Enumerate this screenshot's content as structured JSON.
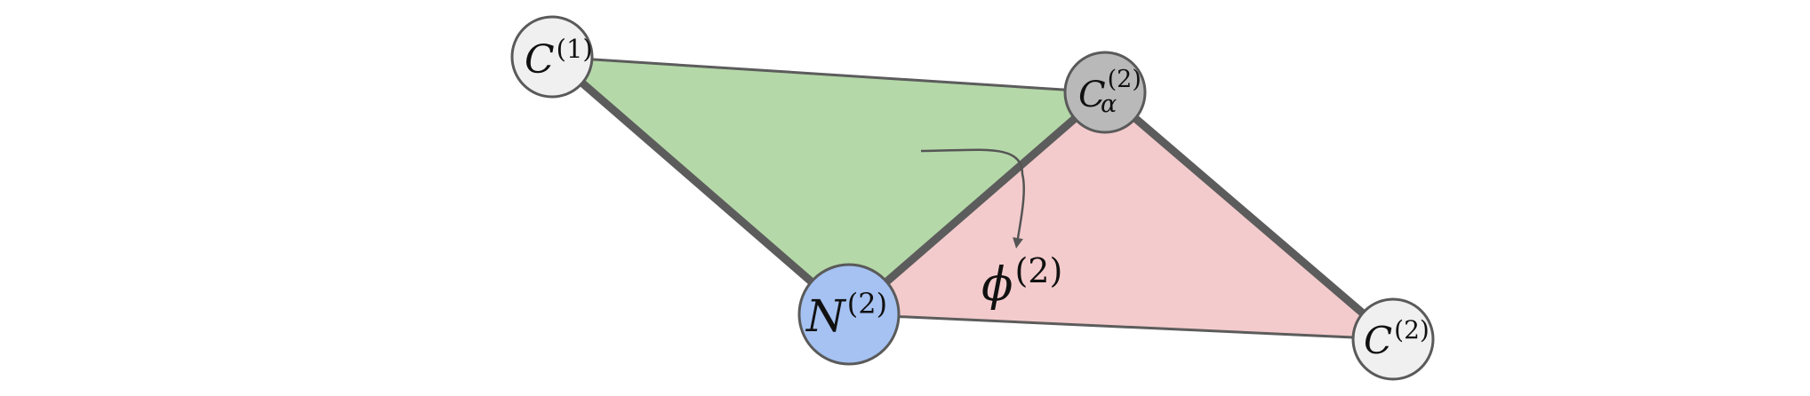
{
  "colors": {
    "green_plane": "#b5d8a8",
    "red_plane": "#f4cbcc",
    "thick_bond": "#5c5c5c",
    "thin_bond": "#5c5c5c",
    "arrow": "#555555",
    "node_c": "#f0f0f0",
    "node_ca": "#b9b9b9",
    "node_n": "#a5c2f2",
    "node_stroke": "#5a5a5a"
  },
  "nodes": {
    "c1": {
      "base": "C",
      "sup": "(1)",
      "sub": "",
      "kind": "carbonyl-carbon"
    },
    "ca2": {
      "base": "C",
      "sup": "(2)",
      "sub": "α",
      "kind": "alpha-carbon"
    },
    "n2": {
      "base": "N",
      "sup": "(2)",
      "sub": "",
      "kind": "nitrogen"
    },
    "c2": {
      "base": "C",
      "sup": "(2)",
      "sub": "",
      "kind": "carbonyl-carbon"
    }
  },
  "angle_label": {
    "base": "ϕ",
    "sup": "(2)"
  },
  "bonds": [
    {
      "from": "c1",
      "to": "ca2",
      "style": "thin"
    },
    {
      "from": "c1",
      "to": "n2",
      "style": "thick"
    },
    {
      "from": "n2",
      "to": "ca2",
      "style": "thick"
    },
    {
      "from": "ca2",
      "to": "c2",
      "style": "thick"
    },
    {
      "from": "n2",
      "to": "c2",
      "style": "thin"
    }
  ],
  "planes": [
    {
      "name": "plane-c1-ca2-n2",
      "vertices": [
        "c1",
        "ca2",
        "n2"
      ],
      "color": "green"
    },
    {
      "name": "plane-n2-ca2-c2",
      "vertices": [
        "n2",
        "ca2",
        "c2"
      ],
      "color": "red"
    }
  ]
}
